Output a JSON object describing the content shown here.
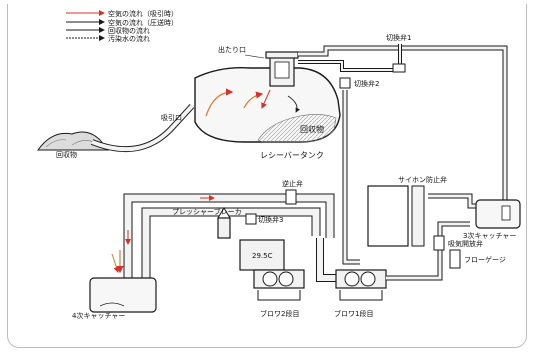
{
  "legend": {
    "items": [
      {
        "label": "空気の流れ（吸引時）",
        "color": "#d8312b"
      },
      {
        "label": "空気の流れ（圧送時）",
        "color": "#1a1a1a"
      },
      {
        "label": "回収物の流れ",
        "color": "#1a1a1a"
      },
      {
        "label": "汚染水の流れ",
        "color": "#1a1a1a"
      }
    ]
  },
  "labels": {
    "dashiguchi": "出たり口",
    "suikomiguchi": "吸引口",
    "kaishubutsu_pile": "回収物",
    "tank": "レシーバータンク",
    "tank_contents": "回収物",
    "kirikae1": "切換弁1",
    "kirikae2": "切換弁2",
    "kirikae3": "切換弁3",
    "gyakushi": "逆止弁",
    "pressure_breaker": "プレッシャーブレーカ",
    "temp": "29.5C",
    "siphon": "サイホン防止弁",
    "kyuki": "吸気開放弁",
    "catcher3": "3次キャッチャー",
    "catcher4": "4次キャッチャー",
    "flowgauge": "フローゲージ",
    "blower2": "ブロワ2段目",
    "blower1": "ブロワ1段目"
  },
  "colors": {
    "suction_arrow": "#d8312b",
    "inflow_arrow": "#e07a2a",
    "pile_fill": "#d9d9d9"
  }
}
